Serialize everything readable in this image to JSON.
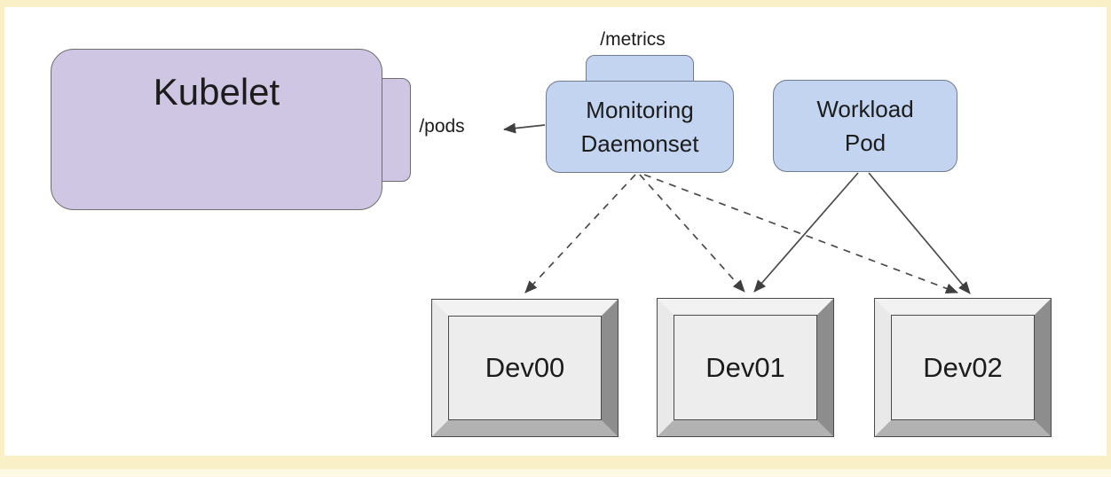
{
  "canvas": {
    "frame_color": "#faf0c8",
    "background": "#ffffff"
  },
  "nodes": {
    "kubelet": {
      "label": "Kubelet",
      "fill": "#cec6e2"
    },
    "monitoring_daemonset": {
      "lines": [
        "Monitoring",
        "Daemonset"
      ],
      "fill": "#c3d4f0"
    },
    "workload_pod": {
      "lines": [
        "Workload",
        "Pod"
      ],
      "fill": "#c3d4f0"
    },
    "devices": [
      {
        "label": "Dev00"
      },
      {
        "label": "Dev01"
      },
      {
        "label": "Dev02"
      }
    ]
  },
  "labels": {
    "metrics": "/metrics",
    "pods": "/pods"
  },
  "edges": [
    {
      "from": "monitoring_daemonset",
      "to": "kubelet",
      "label": "/pods",
      "style": "solid"
    },
    {
      "from": "monitoring_daemonset",
      "to": "Dev00",
      "style": "dashed"
    },
    {
      "from": "monitoring_daemonset",
      "to": "Dev01",
      "style": "dashed"
    },
    {
      "from": "monitoring_daemonset",
      "to": "Dev02",
      "style": "dashed"
    },
    {
      "from": "workload_pod",
      "to": "Dev01",
      "style": "solid"
    },
    {
      "from": "workload_pod",
      "to": "Dev02",
      "style": "solid"
    }
  ],
  "colors": {
    "arrow": "#4a4a4a",
    "device_face": "#ededed",
    "device_bevel_dark": "#8d8d8d",
    "device_bevel_light": "#f2f2f2",
    "node_border": "#6e6e6e"
  }
}
